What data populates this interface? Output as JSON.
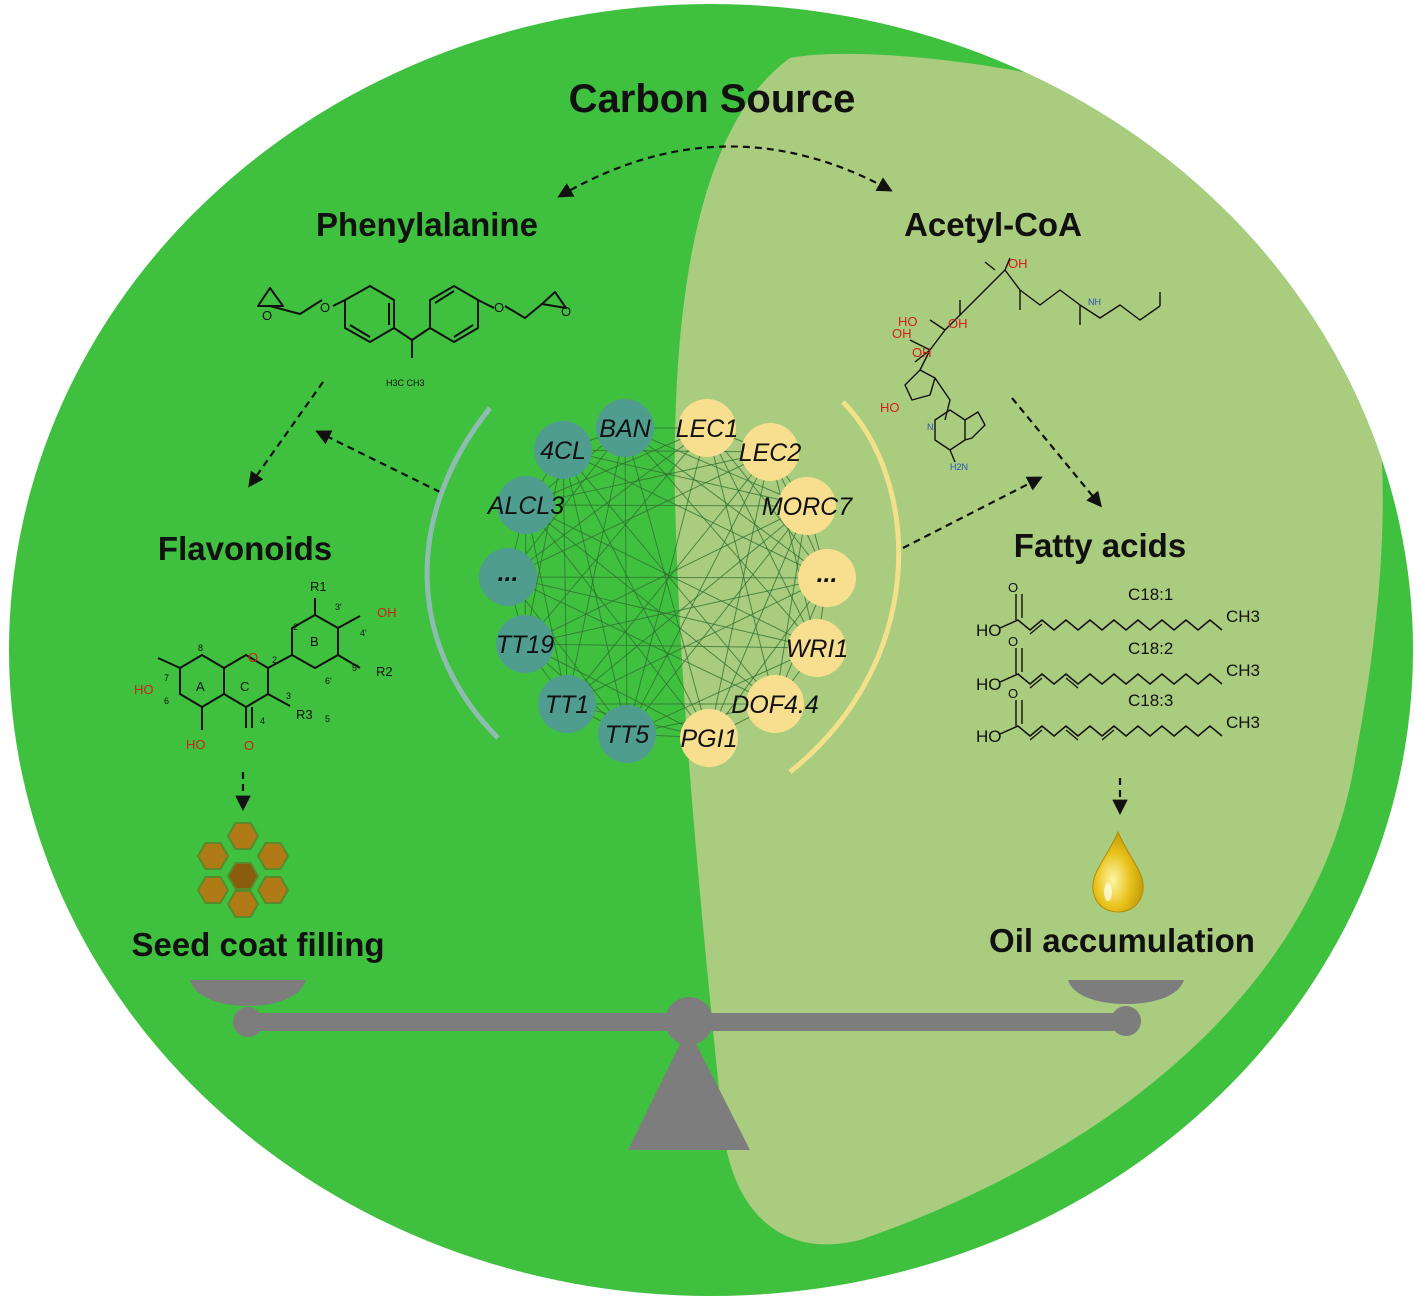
{
  "title": "Carbon Source",
  "left_branch": {
    "precursor": "Phenylalanine",
    "product": "Flavonoids",
    "outcome": "Seed coat filling"
  },
  "right_branch": {
    "precursor": "Acetyl-CoA",
    "product": "Fatty acids",
    "outcome": "Oil accumulation"
  },
  "flavonoid_structure": {
    "substituents": [
      "R1",
      "R2",
      "R3"
    ],
    "hydroxyls": [
      "HO",
      "OH",
      "HO"
    ],
    "rings": [
      "A",
      "C",
      "B"
    ],
    "positions": [
      "8",
      "7",
      "6",
      "5",
      "4",
      "3",
      "2",
      "2'",
      "3'",
      "4'",
      "5'",
      "6'"
    ],
    "atoms": [
      "O",
      "O"
    ]
  },
  "phenylalanine_structure": {
    "label": "H3C CH3"
  },
  "acetylcoa_structure": {
    "atoms": [
      "OH",
      "HO",
      "OH",
      "OH",
      "HO",
      "OH",
      "NH",
      "N",
      "H2N"
    ]
  },
  "fatty_acids": [
    {
      "name": "C18:1",
      "head": "HO",
      "tail": "CH3"
    },
    {
      "name": "C18:2",
      "head": "HO",
      "tail": "CH3"
    },
    {
      "name": "C18:3",
      "head": "HO",
      "tail": "CH3"
    }
  ],
  "network": {
    "flavonoid_genes": [
      "BAN",
      "4CL",
      "ALCL3",
      "...",
      "TT19",
      "TT1",
      "TT5"
    ],
    "oil_genes": [
      "LEC1",
      "LEC2",
      "MORC7",
      "...",
      "WRI1",
      "DOF4.4",
      "PGI1"
    ]
  },
  "colors": {
    "left_half": "#3fc03f",
    "right_half": "#a9cc7e",
    "flavonoid_nodes": "#4e9d8f",
    "oil_nodes": "#f7df8f",
    "balance": "#7d7d7d",
    "honeycomb": "#b07a16",
    "oil_drop": "#e8c21a"
  }
}
